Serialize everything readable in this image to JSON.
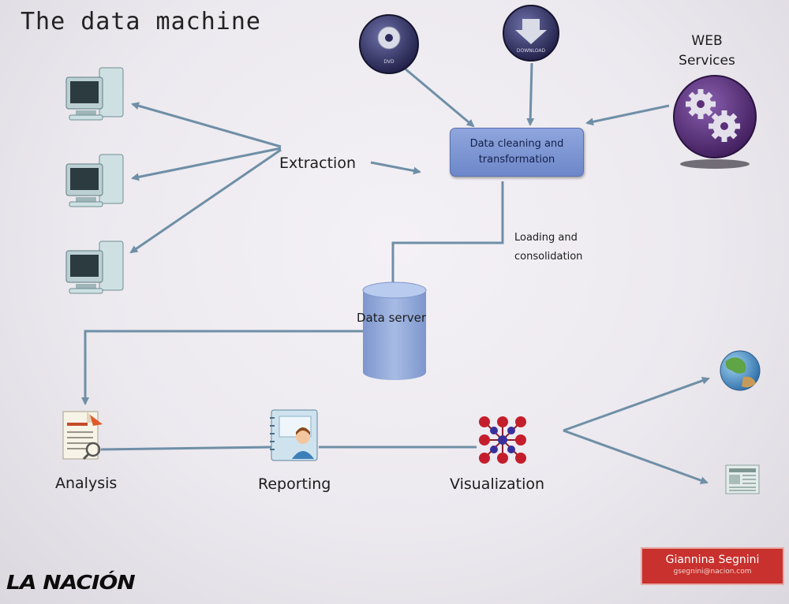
{
  "title": "The data machine",
  "nodes": {
    "web_services": "WEB Services",
    "dvd_label": "DVD",
    "download_label": "DOWNLOAD",
    "cleaning": "Data cleaning and transformation",
    "extraction": "Extraction",
    "loading": "Loading and consolidation",
    "data_server": "Data server",
    "analysis": "Analysis",
    "reporting": "Reporting",
    "visualization": "Visualization"
  },
  "footer": {
    "logo": "LA NACIÓN",
    "author_name": "Giannina Segnini",
    "author_email": "gsegnini@nacion.com"
  },
  "colors": {
    "arrow": "#6f8fa6",
    "box": "#7b93d2",
    "cylinder": "#8da5d6",
    "badge": "#c8312d",
    "disc": "#2b2a5a",
    "gear_disc": "#5a2f7a"
  },
  "icons": [
    "computer-icon",
    "dvd-icon",
    "download-icon",
    "gears-icon",
    "document-icon",
    "report-icon",
    "molecule-icon",
    "globe-icon",
    "newspaper-icon"
  ]
}
